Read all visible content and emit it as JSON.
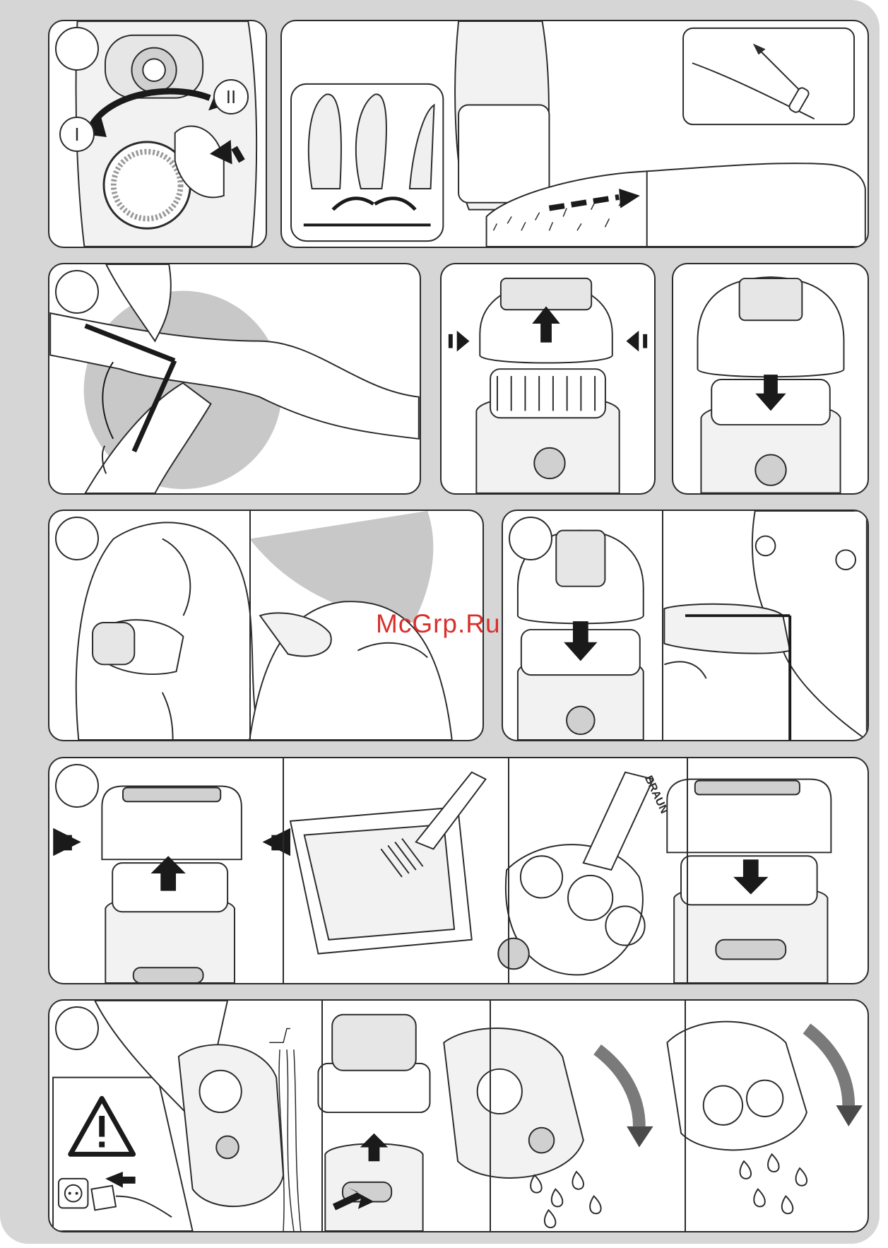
{
  "page": {
    "watermark": "McGrp.Ru",
    "brand_mark": "BRAUN"
  },
  "step1": {
    "speed_one": "I",
    "speed_two": "II"
  },
  "colors": {
    "sheet_background": "#d6d6d6",
    "panel_background": "#ffffff",
    "line": "#2b2b2b",
    "watermark": "#d9302c",
    "skin_shade": "#c8c8c8"
  },
  "icons": {
    "warning": "warning-triangle-icon",
    "socket": "wall-socket-icon",
    "plug": "power-plug-icon",
    "arrow": "arrow-icon",
    "water": "water-drop-icon"
  }
}
